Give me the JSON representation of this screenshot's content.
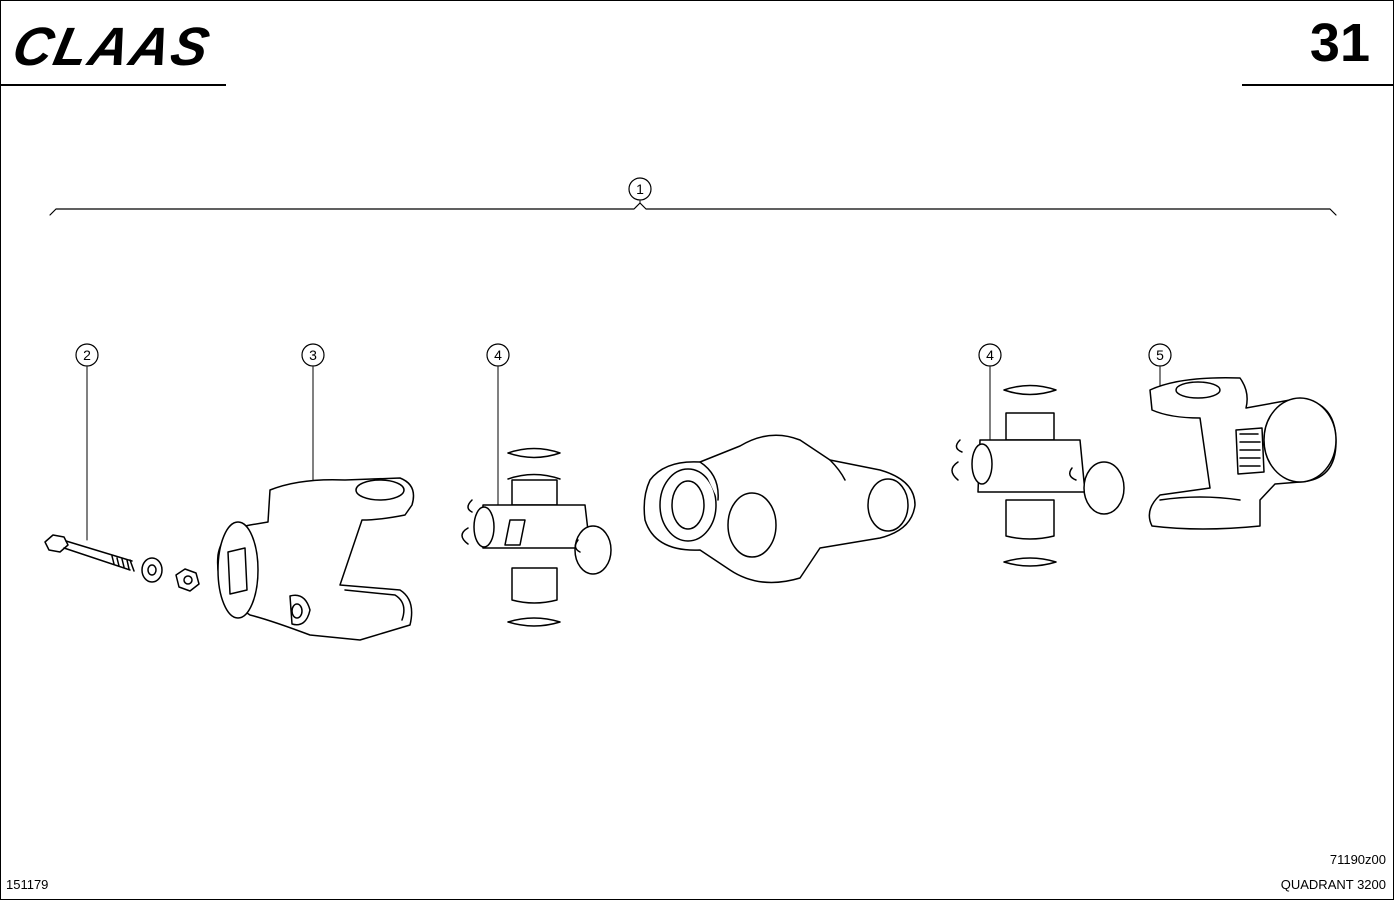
{
  "header": {
    "brand": "CLAAS",
    "page_number": "31"
  },
  "callouts": {
    "c1": "1",
    "c2": "2",
    "c3": "3",
    "c4a": "4",
    "c4b": "4",
    "c5": "5"
  },
  "footer": {
    "document_id": "151179",
    "figure_code": "71190z00",
    "model": "QUADRANT 3200"
  }
}
